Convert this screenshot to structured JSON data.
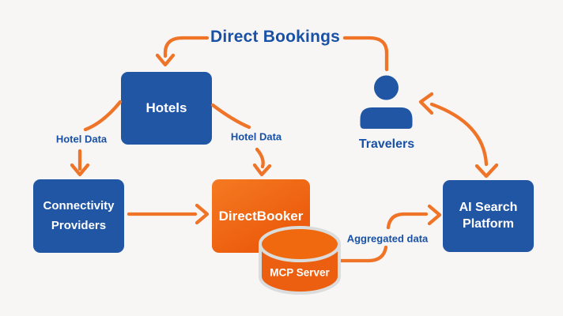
{
  "title": {
    "text": "Direct Bookings"
  },
  "nodes": {
    "hotels": {
      "label": "Hotels"
    },
    "connectivity_providers": {
      "label_line1": "Connectivity",
      "label_line2": "Providers"
    },
    "directbooker": {
      "label": "DirectBooker"
    },
    "mcp_server": {
      "label": "MCP Server",
      "shape": "database-cylinder"
    },
    "travelers": {
      "label": "Travelers",
      "icon": "person-icon"
    },
    "ai_search_platform": {
      "label_line1": "AI Search",
      "label_line2": "Platform"
    }
  },
  "edge_labels": {
    "hotel_data_left": "Hotel Data",
    "hotel_data_right": "Hotel Data",
    "aggregated_data": "Aggregated data"
  },
  "colors": {
    "background": "#f7f6f5",
    "node_blue": "#2156a5",
    "node_orange": "#ee5f0f",
    "arrow_orange": "#ef7428",
    "label_blue": "#1851a6",
    "cylinder_outline": "#dbdcdc",
    "node_text": "#ffffff"
  }
}
